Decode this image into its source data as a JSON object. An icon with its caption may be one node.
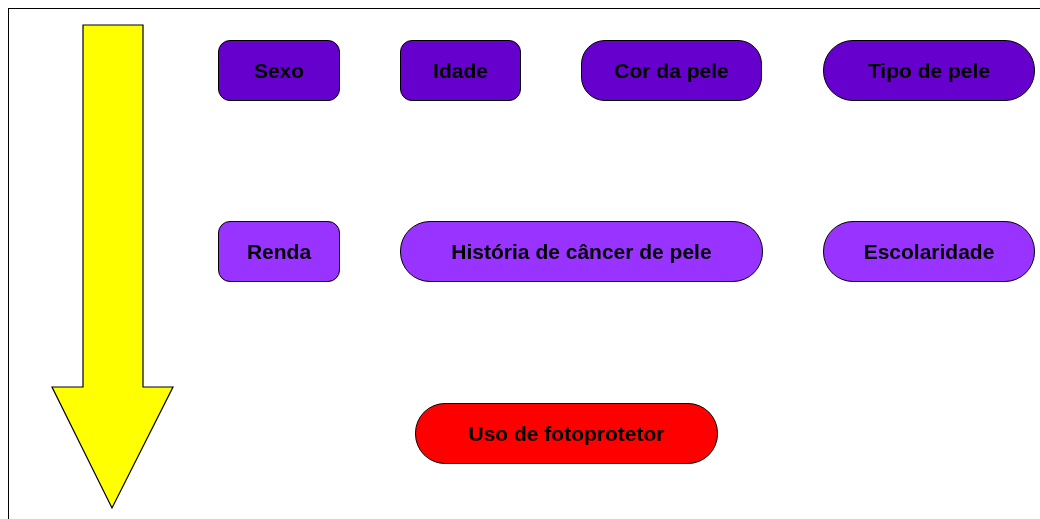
{
  "diagram": {
    "nodes": [
      {
        "text": [
          "Sexo"
        ]
      },
      {
        "text": [
          "Idade"
        ]
      },
      {
        "text": [
          "Cor da pele"
        ]
      },
      {
        "text": [
          "Tipo de pele"
        ]
      },
      {
        "text": [
          "Renda"
        ]
      },
      {
        "text": [
          "História de câncer de pele"
        ]
      },
      {
        "text": [
          "Escolaridade"
        ]
      },
      {
        "text": [
          "Uso de fotoprotetor"
        ]
      }
    ]
  }
}
